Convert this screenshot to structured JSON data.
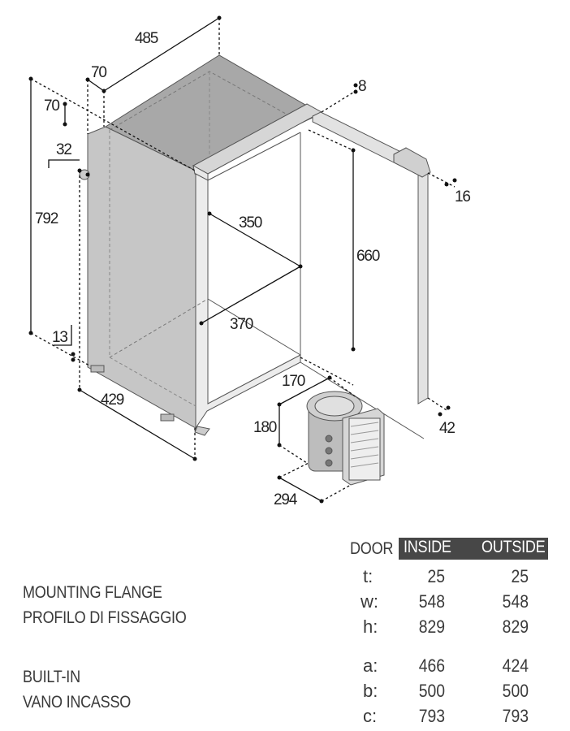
{
  "dimensions": {
    "width_top": "485",
    "flange_offset": "70",
    "flange_height": "70",
    "flange_thickness": "8",
    "side_offset": "32",
    "height": "792",
    "door_hinge": "16",
    "inner_depth": "350",
    "inner_height": "660",
    "inner_width": "370",
    "foot": "13",
    "depth": "429",
    "compressor_width": "170",
    "compressor_height": "180",
    "door_thickness": "42",
    "compressor_depth": "294"
  },
  "labels": {
    "mounting_flange_en": "MOUNTING FLANGE",
    "mounting_flange_it": "PROFILO DI FISSAGGIO",
    "built_in_en": "BUILT-IN",
    "built_in_it": "VANO INCASSO"
  },
  "table": {
    "door_label": "DOOR",
    "headers": [
      "INSIDE",
      "OUTSIDE"
    ],
    "rows": [
      {
        "label": "t:",
        "inside": "25",
        "outside": "25"
      },
      {
        "label": "w:",
        "inside": "548",
        "outside": "548"
      },
      {
        "label": "h:",
        "inside": "829",
        "outside": "829"
      },
      {
        "label": "a:",
        "inside": "466",
        "outside": "424"
      },
      {
        "label": "b:",
        "inside": "500",
        "outside": "500"
      },
      {
        "label": "c:",
        "inside": "793",
        "outside": "793"
      }
    ]
  },
  "colors": {
    "panel": "#c4c4c4",
    "top": "#a9a9a9",
    "header_bg": "#474747"
  }
}
